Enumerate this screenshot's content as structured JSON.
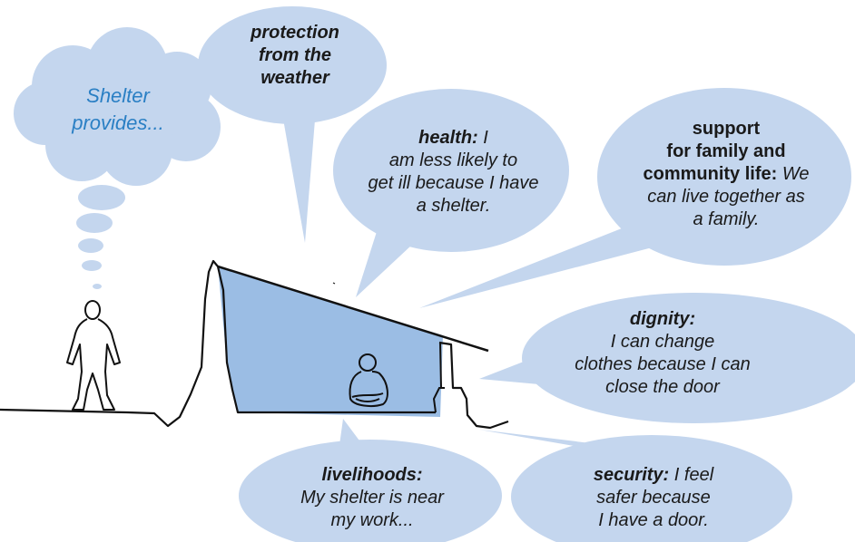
{
  "thought": {
    "line1": "Shelter",
    "line2": "provides..."
  },
  "weather": {
    "line1": "protection",
    "line2": "from the",
    "line3": "weather"
  },
  "health": {
    "head": "health:",
    "line1": " I",
    "line2": "am less likely to",
    "line3": "get ill because I have",
    "line4": "a shelter."
  },
  "support": {
    "line1": "support",
    "line2": "for family and",
    "head": "community life:",
    "tail": " We",
    "line4": "can live together as",
    "line5": "a family."
  },
  "dignity": {
    "head": "dignity:",
    "line1": "I can change",
    "line2": "clothes because I can",
    "line3": "close the door"
  },
  "livelihoods": {
    "head": "livelihoods:",
    "line1": "My shelter is near",
    "line2": "my work..."
  },
  "security": {
    "head": "security:",
    "line1": " I feel",
    "line2": "safer because",
    "line3": "I have a door."
  },
  "colors": {
    "bubble": "#c4d6ee",
    "shelter": "#9bbde4",
    "thought_text": "#2a7fc4",
    "ink": "#111111"
  }
}
